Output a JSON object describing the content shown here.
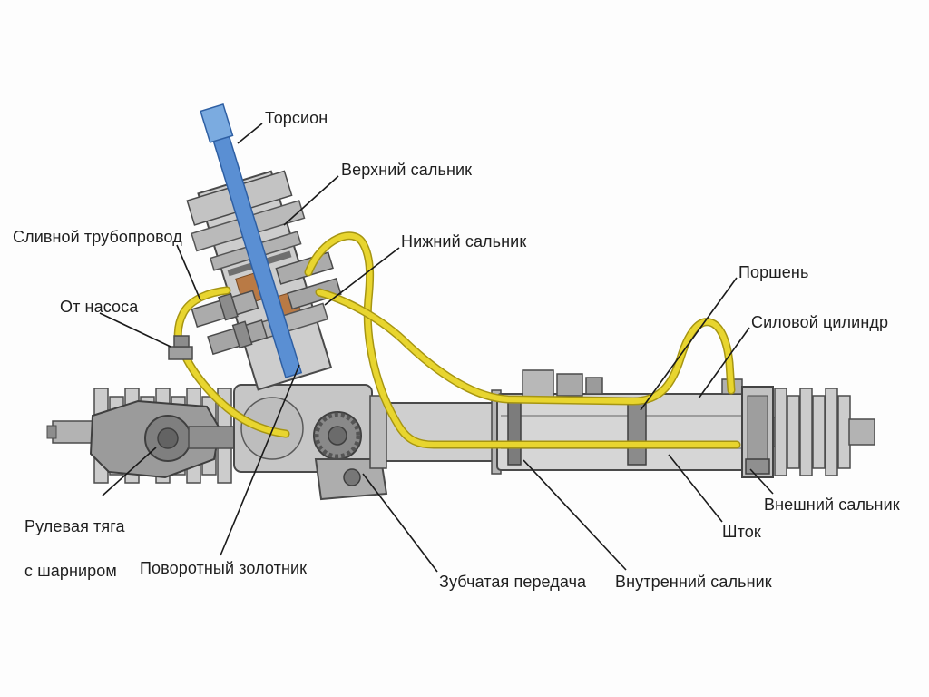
{
  "labels": {
    "torsion": "Торсион",
    "upper_seal": "Верхний сальник",
    "drain_pipe": "Сливной трубопровод",
    "lower_seal": "Нижний сальник",
    "from_pump": "От насоса",
    "piston": "Поршень",
    "power_cylinder": "Силовой цилиндр",
    "tie_rod_line1": "Рулевая тяга",
    "tie_rod_line2": "с шарниром",
    "rotary_valve": "Поворотный золотник",
    "gear_drive": "Зубчатая передача",
    "inner_seal": "Внутренний сальник",
    "rod": "Шток",
    "outer_seal": "Внешний сальник"
  },
  "colors": {
    "pipe_yellow": "#e8d52f",
    "pipe_outline": "#a69512",
    "torsion_blue": "#5a8fd3",
    "torsion_outline": "#2e5fa3",
    "torsion_top_blue": "#7babe0",
    "seal_orange": "#b97a45",
    "leader_line": "#1a1a1a"
  }
}
